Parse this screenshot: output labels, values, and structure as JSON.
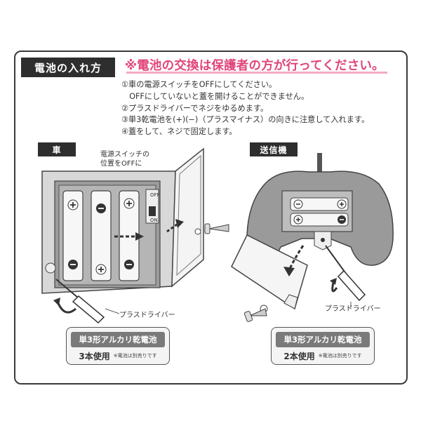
{
  "title": "電池の入れ方",
  "warning": "※電池の交換は保護者の方が行ってください。",
  "steps": [
    "①車の電源スイッチをOFFにしてください。",
    "　OFFにしていないと蓋を開けることができません。",
    "②プラスドライバーでネジをゆるめます。",
    "③単3乾電池を(+)(−)（プラスマイナス）の向きに注意して入れます。",
    "④蓋をして、ネジで固定します。"
  ],
  "car": {
    "tag": "車",
    "switch_label_line1": "電源スイッチの",
    "switch_label_line2": "位置をOFFに",
    "switch_off": "OFF",
    "switch_on": "ON",
    "driver_label": "プラスドライバー",
    "battery_type": "単3形アルカリ乾電池",
    "battery_count": "3本使用",
    "battery_note": "※電池は別売りです"
  },
  "transmitter": {
    "tag": "送信機",
    "driver_label": "プラスドライバー",
    "battery_type": "単3形アルカリ乾電池",
    "battery_count": "2本使用",
    "battery_note": "※電池は別売りです"
  },
  "colors": {
    "warning": "#e0457b",
    "dark": "#2e2e2e",
    "gray": "#8a8a8a"
  }
}
